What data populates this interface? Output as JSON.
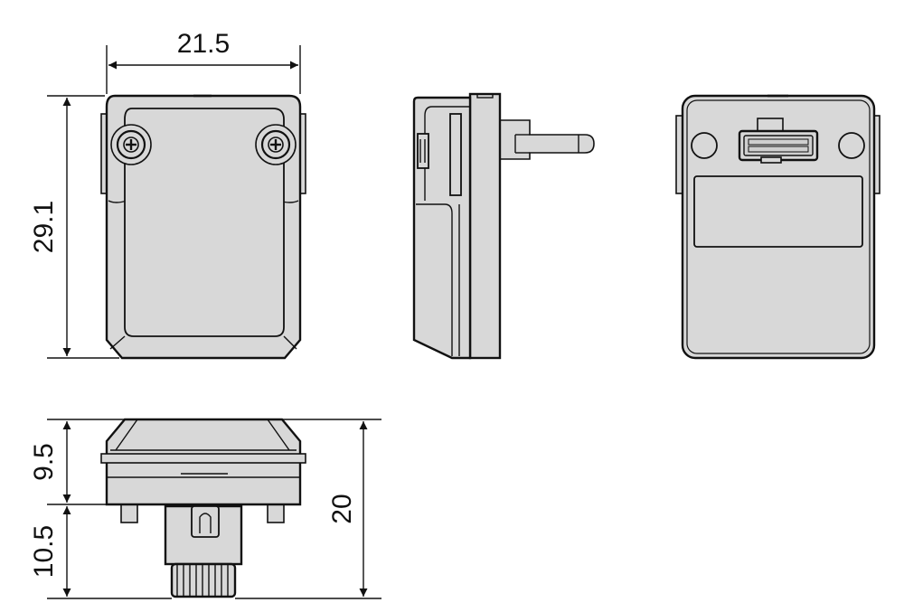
{
  "dimensions": {
    "width": "21.5",
    "height": "29.1",
    "upper_depth": "9.5",
    "lower_depth": "10.5",
    "total_depth": "20"
  },
  "colors": {
    "fill": "#d8d8d8",
    "line": "#111111",
    "background": "#ffffff"
  },
  "icons": [
    "phillips-screw-icon",
    "arrowhead-icon"
  ]
}
